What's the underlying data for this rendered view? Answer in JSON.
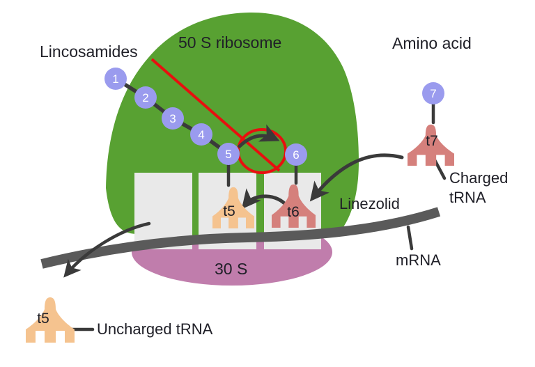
{
  "labels": {
    "lincosamides": "Lincosamides",
    "ribosome_50s": "50 S ribosome",
    "amino_acid": "Amino acid",
    "charged_trna": [
      "Charged",
      "tRNA"
    ],
    "linezolid": "Linezolid",
    "mrna": "mRNA",
    "ribosome_30s": "30 S",
    "uncharged_trna": "Uncharged tRNA"
  },
  "chain_beads": [
    "1",
    "2",
    "3",
    "4",
    "5",
    "6",
    "7"
  ],
  "trna": {
    "p_site": "t5",
    "a_site": "t6",
    "incoming": "t7",
    "ejected": "t5"
  },
  "colors": {
    "ribosome_50s": "#58a132",
    "ribosome_30s": "#c07dac",
    "site_box": "#e9e9e9",
    "mrna": "#5a5a5a",
    "bead": "#9a9bee",
    "bead_number": "#ffffff",
    "charged_trna": "#d5807c",
    "uncharged_trna": "#f5c38f",
    "inhibitor_red": "#e80f0f",
    "connector": "#3a3a3a",
    "text": "#202028"
  }
}
